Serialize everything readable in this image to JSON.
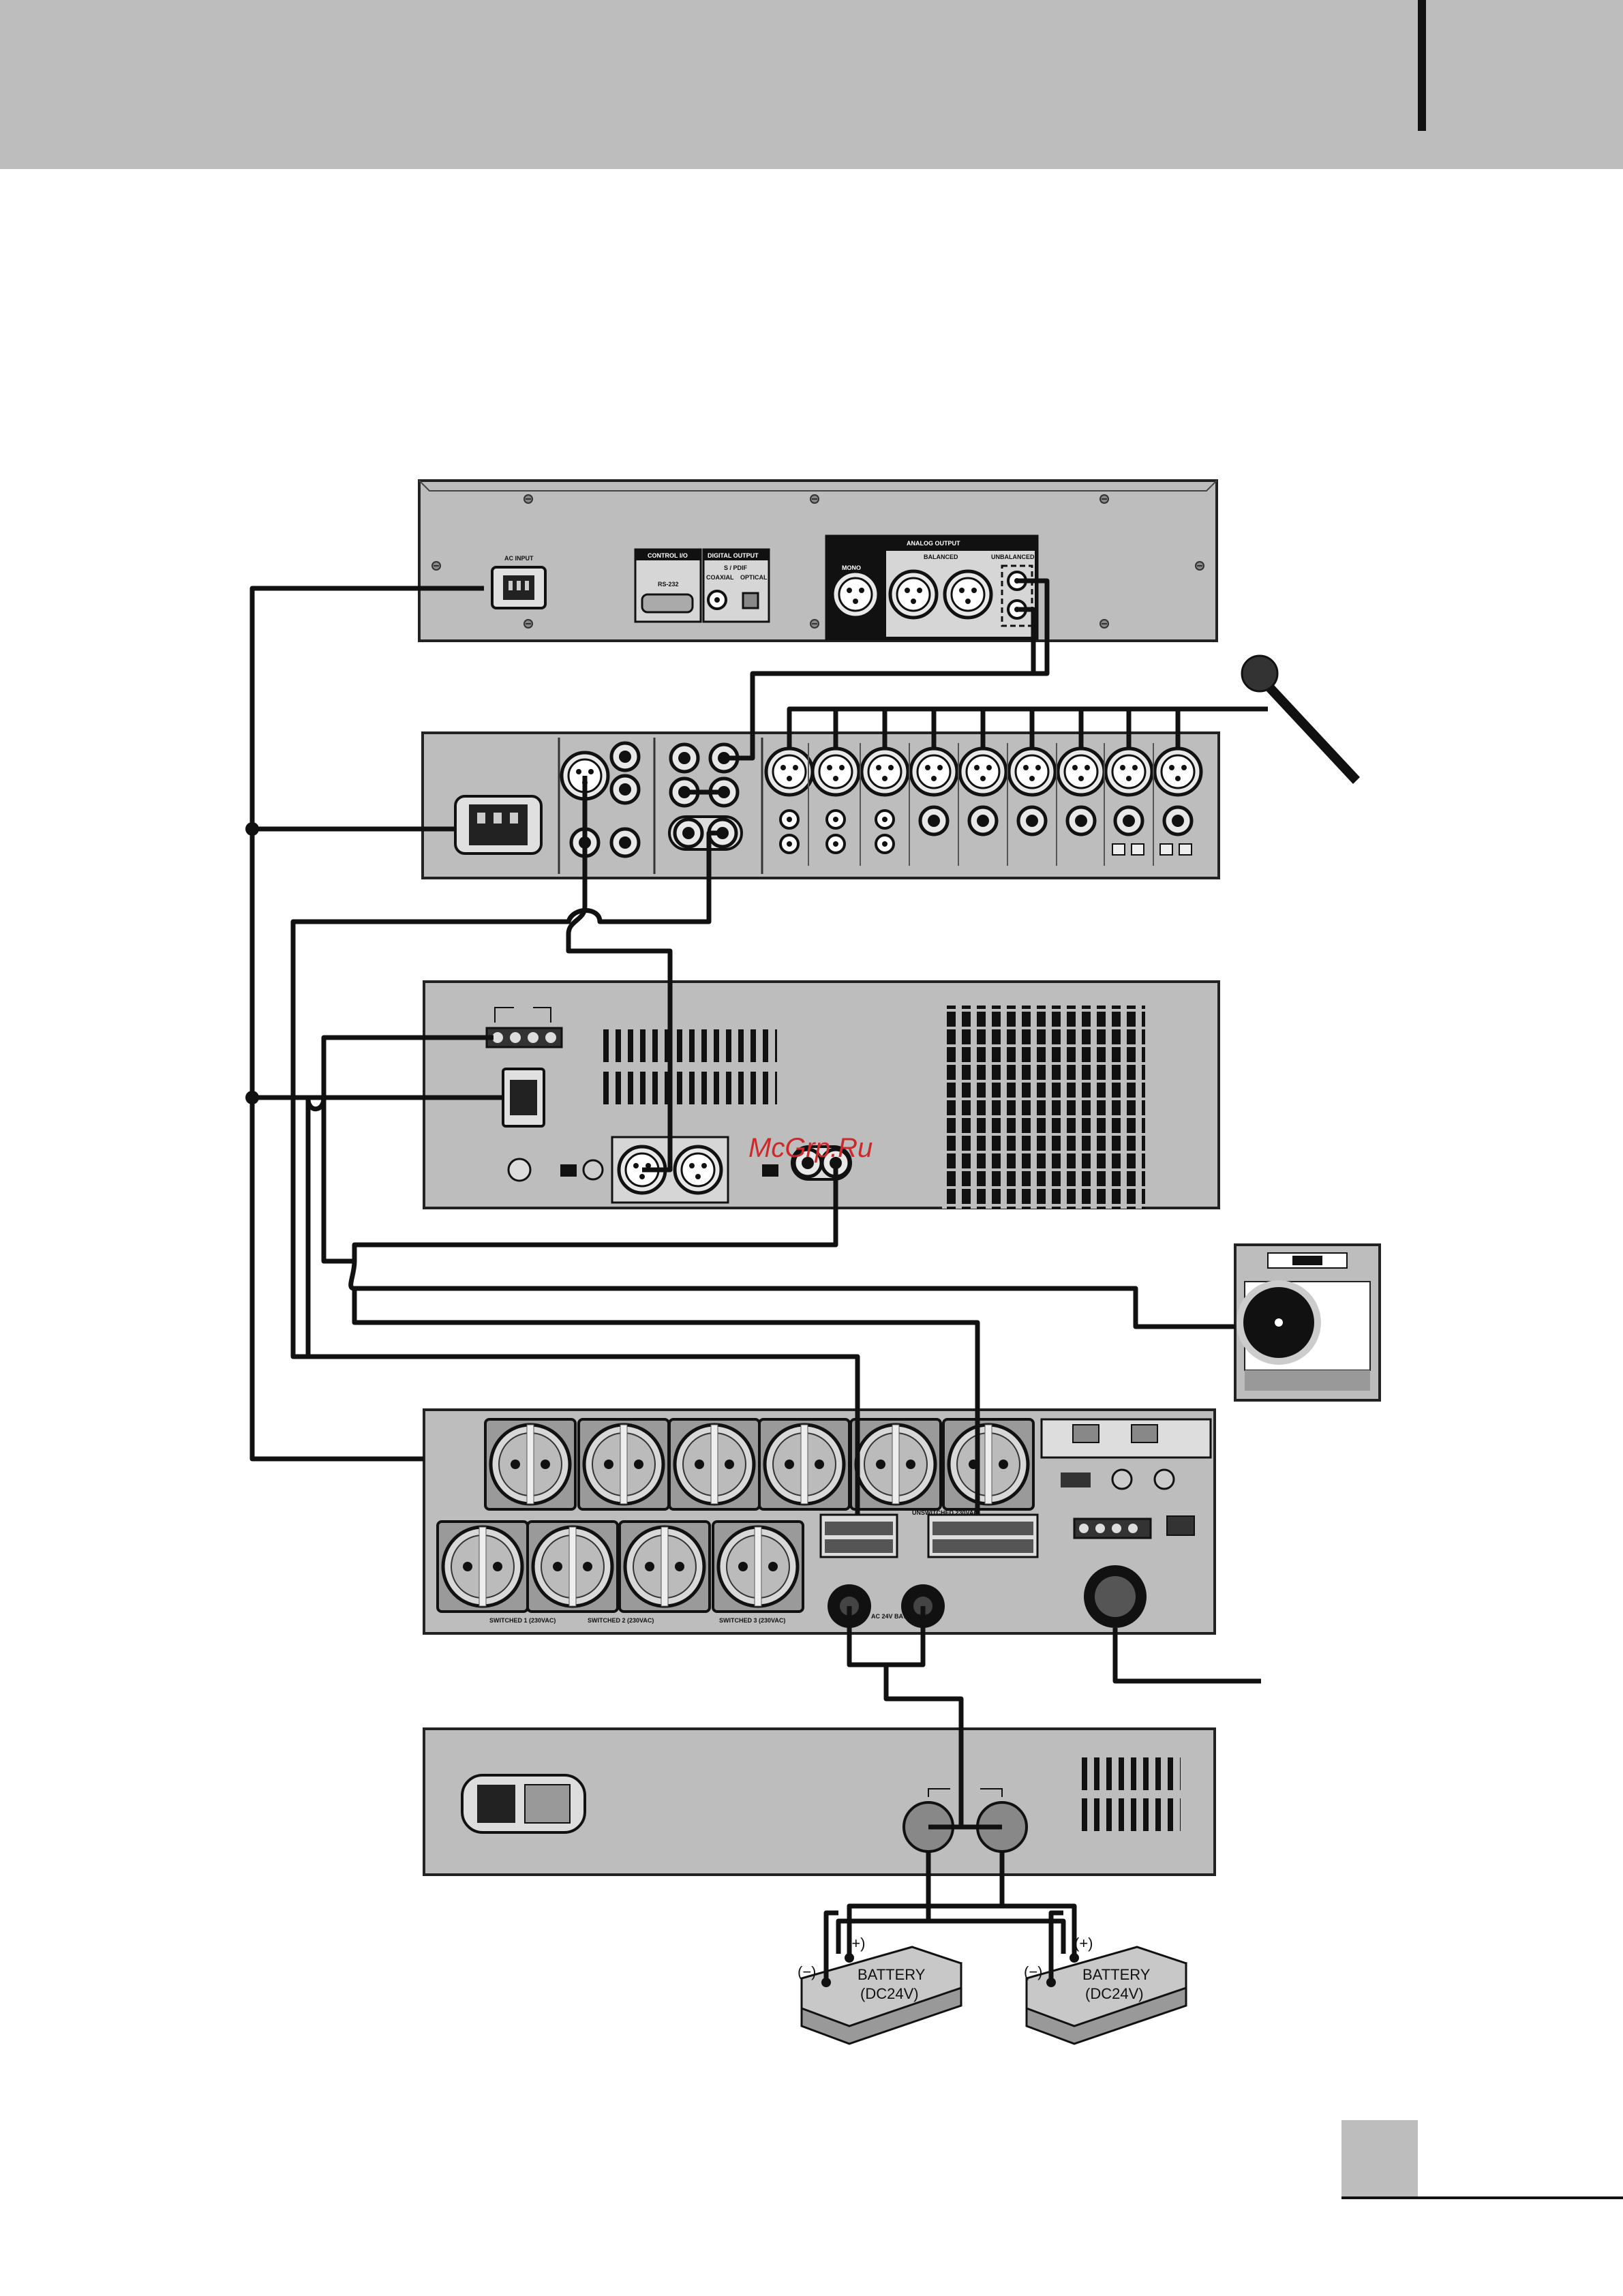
{
  "header": {
    "bar_color": "#bdbdbd"
  },
  "watermark": {
    "text": "McGrp.Ru",
    "color": "#cc2a2a"
  },
  "cd_player": {
    "ac_input": "AC INPUT",
    "control_io": "CONTROL I/O",
    "rs232": "RS-232",
    "digital_output": "DIGITAL OUTPUT",
    "spdif": "S / PDIF",
    "coaxial": "COAXIAL",
    "optical": "OPTICAL",
    "analog_output": "ANALOG OUTPUT",
    "mono": "MONO",
    "balanced": "BALANCED",
    "unbalanced": "UNBALANCED"
  },
  "power_unit": {
    "unswitched": "UNSWITCHED 230VAC",
    "switched_1": "SWITCHED 1 (230VAC)",
    "switched_2": "SWITCHED 2 (230VAC)",
    "switched_3": "SWITCHED 3 (230VAC)",
    "battery_input": "AC 24V BATTERY INPUT",
    "minus_label": "(−)",
    "plus_label": "(+)"
  },
  "batteries": [
    {
      "name": "BATTERY",
      "voltage": "(DC24V)",
      "minus": "(−)",
      "plus": "(+)"
    },
    {
      "name": "BATTERY",
      "voltage": "(DC24V)",
      "minus": "(−)",
      "plus": "(+)"
    }
  ]
}
